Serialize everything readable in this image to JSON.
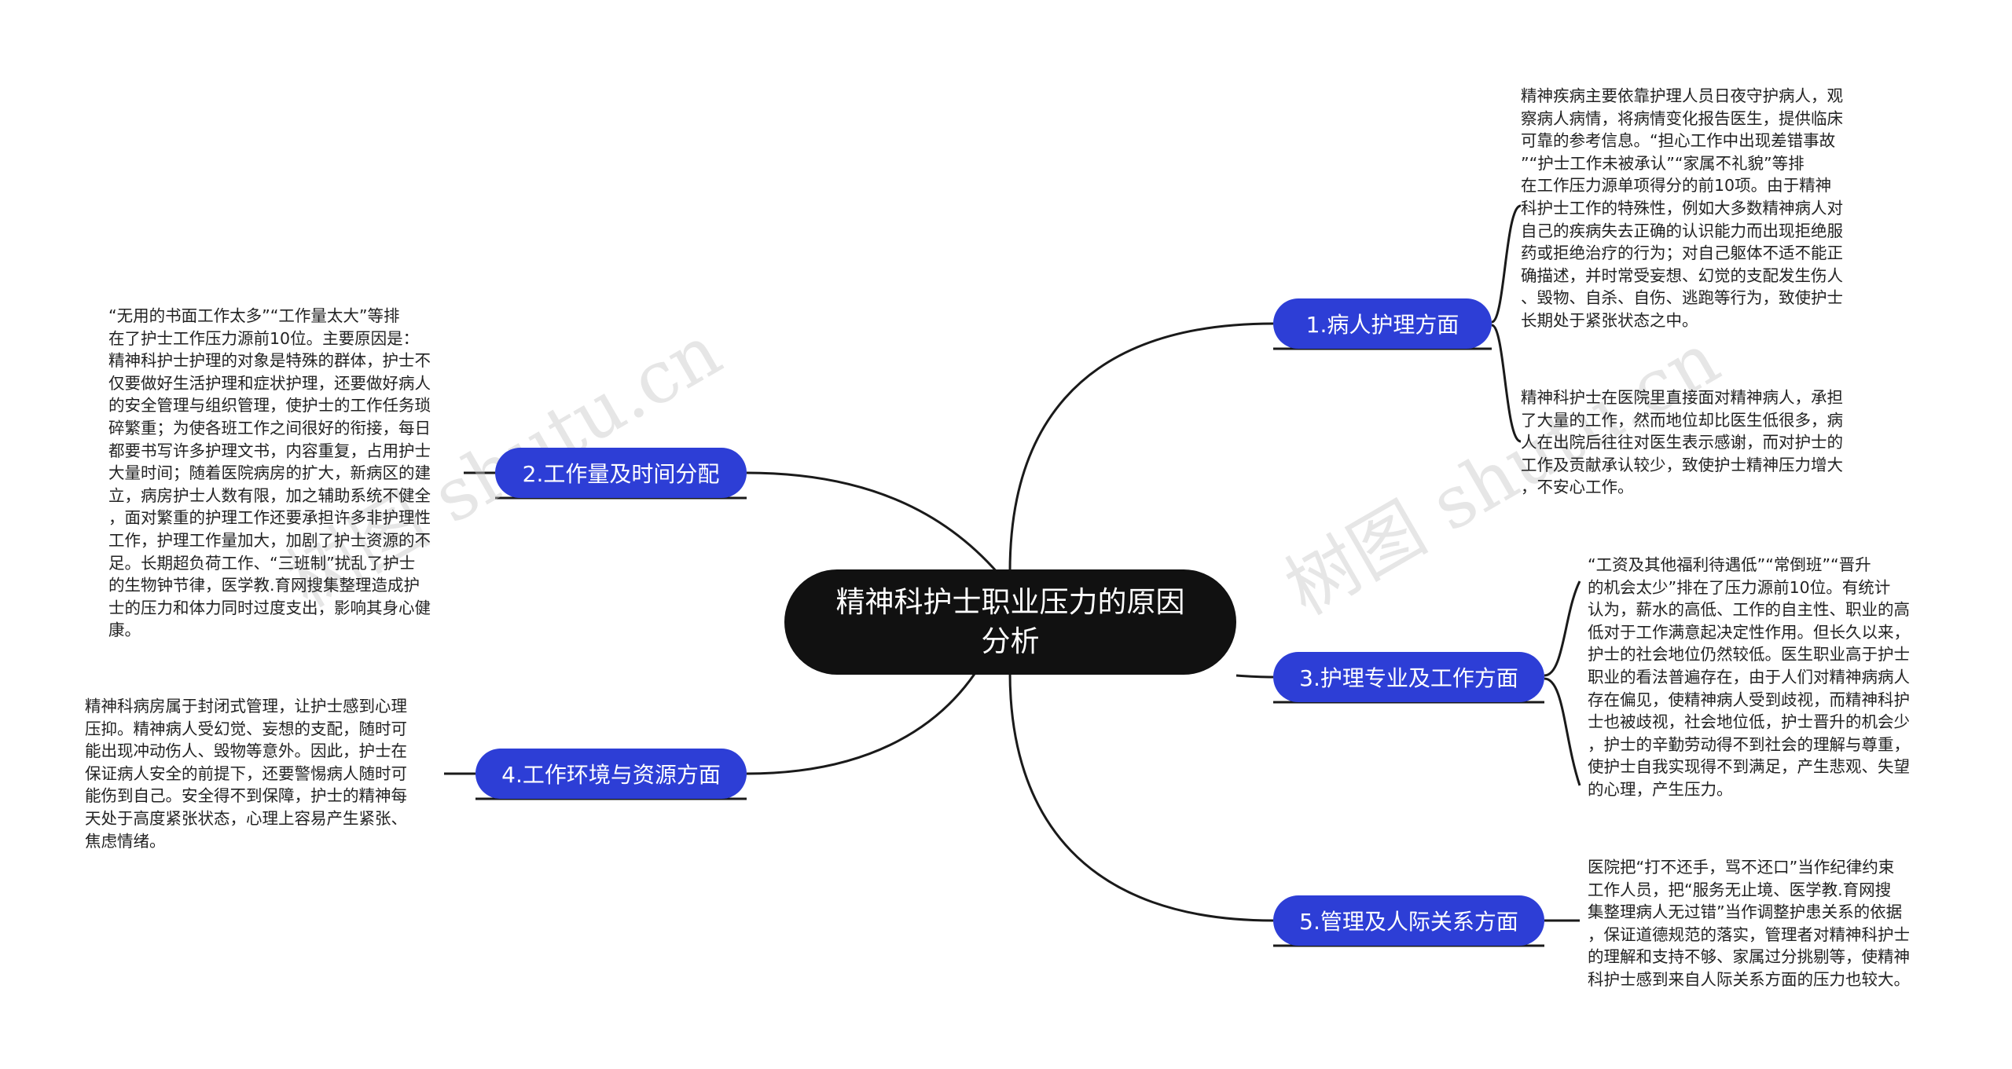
{
  "central": {
    "title": "精神科护士职业压力的原因分析"
  },
  "branches": [
    {
      "label": "1.病人护理方面",
      "notes": [
        "精神疾病主要依靠护理人员日夜守护病人，观\n察病人病情，将病情变化报告医生，提供临床\n可靠的参考信息。“担心工作中出现差错事故\n”“护士工作未被承认”“家属不礼貌”等排\n在工作压力源单项得分的前10项。由于精神\n科护士工作的特殊性，例如大多数精神病人对\n自己的疾病失去正确的认识能力而出现拒绝服\n药或拒绝治疗的行为；对自己躯体不适不能正\n确描述，并时常受妄想、幻觉的支配发生伤人\n、毁物、自杀、自伤、逃跑等行为，致使护士\n长期处于紧张状态之中。",
        "精神科护士在医院里直接面对精神病人，承担\n了大量的工作，然而地位却比医生低很多，病\n人在出院后往往对医生表示感谢，而对护士的\n工作及贡献承认较少，致使护士精神压力增大\n，不安心工作。"
      ]
    },
    {
      "label": "2.工作量及时间分配",
      "notes": [
        "“无用的书面工作太多”“工作量太大”等排\n在了护士工作压力源前10位。主要原因是：\n精神科护士护理的对象是特殊的群体，护士不\n仅要做好生活护理和症状护理，还要做好病人\n的安全管理与组织管理，使护士的工作任务琐\n碎繁重；为使各班工作之间很好的衔接，每日\n都要书写许多护理文书，内容重复，占用护士\n大量时间；随着医院病房的扩大，新病区的建\n立，病房护士人数有限，加之辅助系统不健全\n，面对繁重的护理工作还要承担许多非护理性\n工作，护理工作量加大，加剧了护士资源的不\n足。长期超负荷工作、“三班制”扰乱了护士\n的生物钟节律，医学教.育网搜集整理造成护\n士的压力和体力同时过度支出，影响其身心健\n康。"
      ]
    },
    {
      "label": "3.护理专业及工作方面",
      "notes": [
        "“工资及其他福利待遇低”“常倒班”“晋升\n的机会太少”排在了压力源前10位。有统计\n认为，薪水的高低、工作的自主性、职业的高\n低对于工作满意起决定性作用。但长久以来，\n护士的社会地位仍然较低。医生职业高于护士\n职业的看法普遍存在，由于人们对精神病病人\n存在偏见，使精神病人受到歧视，而精神科护\n士也被歧视，社会地位低，护士晋升的机会少\n，护士的辛勤劳动得不到社会的理解与尊重，\n使护士自我实现得不到满足，产生悲观、失望\n的心理，产生压力。"
      ]
    },
    {
      "label": "4.工作环境与资源方面",
      "notes": [
        "精神科病房属于封闭式管理，让护士感到心理\n压抑。精神病人受幻觉、妄想的支配，随时可\n能出现冲动伤人、毁物等意外。因此，护士在\n保证病人安全的前提下，还要警惕病人随时可\n能伤到自己。安全得不到保障，护士的精神每\n天处于高度紧张状态，心理上容易产生紧张、\n焦虑情绪。"
      ]
    },
    {
      "label": "5.管理及人际关系方面",
      "notes": [
        "医院把“打不还手，骂不还口”当作纪律约束\n工作人员，把“服务无止境、医学教.育网搜\n集整理病人无过错”当作调整护患关系的依据\n，保证道德规范的落实，管理者对精神科护士\n的理解和支持不够、家属过分挑剔等，使精神\n科护士感到来自人际关系方面的压力也较大。"
      ]
    }
  ],
  "watermarks": [
    "树图 shutu.cn",
    "树图 shutu.cn"
  ],
  "colors": {
    "branch": "#2d3ed6",
    "central": "#111111",
    "line": "#1a1a1a",
    "text": "#222222"
  }
}
